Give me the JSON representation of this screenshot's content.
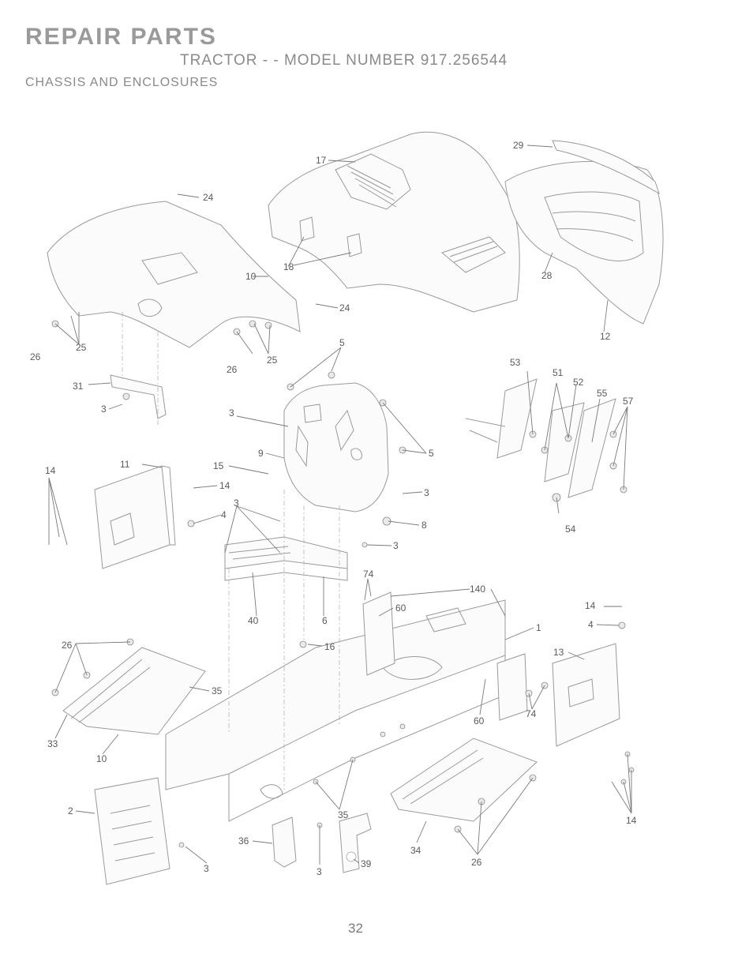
{
  "header": {
    "title": "REPAIR PARTS",
    "subtitle": "TRACTOR - - MODEL NUMBER 917.256544",
    "section": "CHASSIS AND ENCLOSURES"
  },
  "callouts": {
    "c17": "17",
    "c29": "29",
    "c24a": "24",
    "c18": "18",
    "c10a": "10",
    "c28": "28",
    "c24b": "24",
    "c25a": "25",
    "c26a": "26",
    "c26b": "26",
    "c25b": "25",
    "c12": "12",
    "c31": "31",
    "c3a": "3",
    "c5a": "5",
    "c53": "53",
    "c51": "51",
    "c52": "52",
    "c55": "55",
    "c57": "57",
    "c3b": "3",
    "c5b": "5",
    "c9": "9",
    "c11": "11",
    "c14a": "14",
    "c15": "15",
    "c14b": "14",
    "c3c": "3",
    "c4a": "4",
    "c3d": "3",
    "c8": "8",
    "c3e": "3",
    "c54": "54",
    "c74a": "74",
    "c140": "140",
    "c60a": "60",
    "c1": "1",
    "c40": "40",
    "c6": "6",
    "c16": "16",
    "c14c": "14",
    "c4b": "4",
    "c13": "13",
    "c26c": "26",
    "c35a": "35",
    "c60b": "60",
    "c74b": "74",
    "c33": "33",
    "c10b": "10",
    "c2": "2",
    "c35b": "35",
    "c36": "36",
    "c3f": "3",
    "c39": "39",
    "c34": "34",
    "c26d": "26",
    "c3g": "3",
    "c14d": "14"
  },
  "footer": {
    "page_number": "32"
  }
}
